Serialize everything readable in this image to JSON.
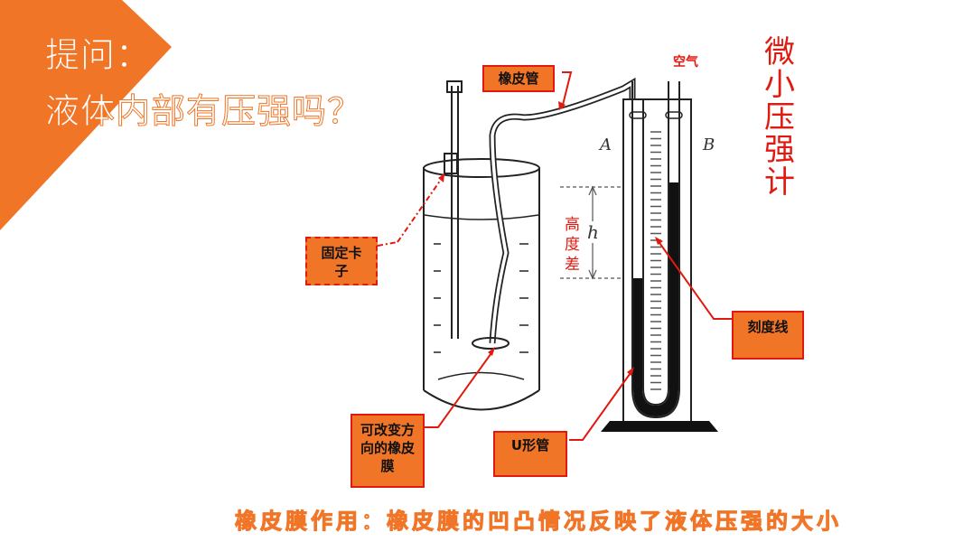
{
  "title": {
    "line1": "提问：",
    "line2": "液体内部有压强吗？"
  },
  "labels": {
    "rubber_tube": "橡皮管",
    "clamp": "固定卡子",
    "membrane": "可改变方向的橡皮膜",
    "u_tube": "U形管",
    "scale_line": "刻度线",
    "air": "空气",
    "height_diff": "高度差",
    "h": "h",
    "a": "A",
    "b": "B",
    "device_name": "微小压强计"
  },
  "footer": "橡皮膜作用：橡皮膜的凹凸情况反映了液体压强的大小",
  "colors": {
    "accent": "#f07527",
    "annotation": "#e01a10"
  }
}
